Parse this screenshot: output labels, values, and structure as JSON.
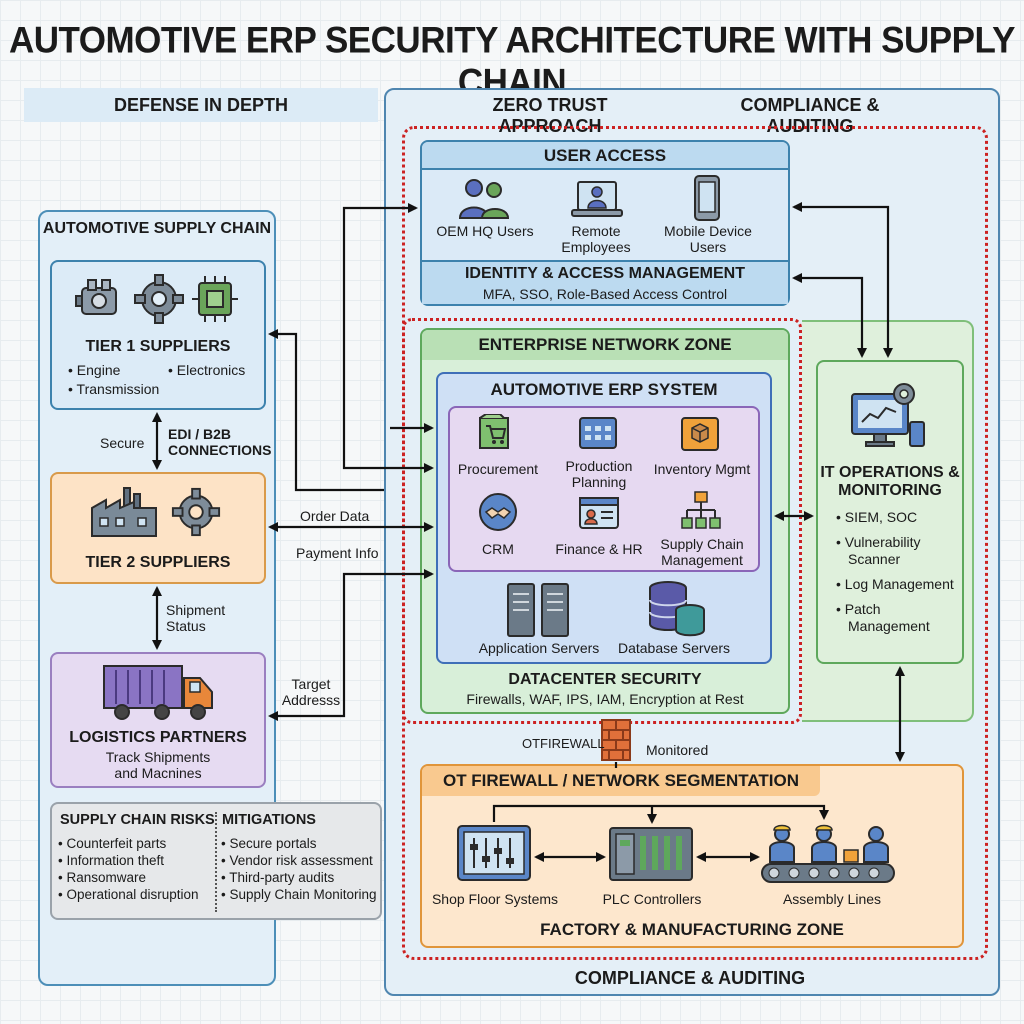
{
  "title": "AUTOMOTIVE ERP SECURITY ARCHITECTURE WITH SUPPLY CHAIN",
  "headers": {
    "defense_in_depth": "DEFENSE IN DEPTH",
    "zero_trust": "ZERO TRUST APPROACH",
    "compliance_top": "COMPLIANCE & AUDITING",
    "compliance_bottom": "COMPLIANCE & AUDITING"
  },
  "supply_chain": {
    "title": "AUTOMOTIVE SUPPLY CHAIN",
    "tier1": {
      "title": "TIER 1 SUPPLIERS",
      "items": [
        "Engine",
        "Electronics",
        "Transmission"
      ]
    },
    "connection_left": "Secure",
    "connection_right": "EDI / B2B CONNECTIONS",
    "tier2": {
      "title": "TIER 2 SUPPLIERS"
    },
    "shipment": "Shipment Status",
    "logistics": {
      "title": "LOGISTICS PARTNERS",
      "subtitle": "Track Shipments and Macnines"
    },
    "risks": {
      "title": "SUPPLY CHAIN RISKS",
      "items": [
        "Counterfeit parts",
        "Information theft",
        "Ransomware",
        "Operational disruption"
      ]
    },
    "mitigations": {
      "title": "MITIGATIONS",
      "items": [
        "Secure portals",
        "Vendor risk assessment",
        "Third-party audits",
        "Supply Chain Monitoring"
      ]
    }
  },
  "flows": {
    "order_data": "Order Data",
    "payment_info": "Payment Info",
    "target_address": "Target Addresss",
    "monitored": "Monitored",
    "otfirewall": "OTFIREWALL"
  },
  "user_access": {
    "title": "USER ACCESS",
    "users": [
      "OEM HQ Users",
      "Remote Employees",
      "Mobile Device Users"
    ],
    "iam_title": "IDENTITY & ACCESS MANAGEMENT",
    "iam_sub": "MFA, SSO, Role-Based Access Control"
  },
  "enterprise": {
    "title": "ENTERPRISE NETWORK ZONE",
    "erp_title": "AUTOMOTIVE ERP SYSTEM",
    "modules": [
      "Procurement",
      "Production Planning",
      "Inventory Mgmt",
      "CRM",
      "Finance & HR",
      "Supply Chain Management"
    ],
    "servers": [
      "Application Servers",
      "Database Servers"
    ],
    "dc_title": "DATACENTER SECURITY",
    "dc_sub": "Firewalls, WAF, IPS, IAM, Encryption at Rest"
  },
  "itops": {
    "title": "IT OPERATIONS & MONITORING",
    "items": [
      "SIEM, SOC",
      "Vulnerability Scanner",
      "Log Management",
      "Patch Management"
    ]
  },
  "factory": {
    "ot_title": "OT FIREWALL / NETWORK SEGMENTATION",
    "systems": [
      "Shop Floor Systems",
      "PLC Controllers",
      "Assembly Lines"
    ],
    "zone_title": "FACTORY & MANUFACTURING ZONE"
  },
  "colors": {
    "blue_panel": "#e3eff8",
    "tier1": "#dcebf7",
    "tier2": "#fde3c6",
    "logistics": "#e6dbf2",
    "enterprise": "#d8efd9",
    "erp": "#cfe0f5",
    "modules": "#e6d9f1",
    "factory": "#fde7cd",
    "red_dotted": "#cc2222"
  }
}
